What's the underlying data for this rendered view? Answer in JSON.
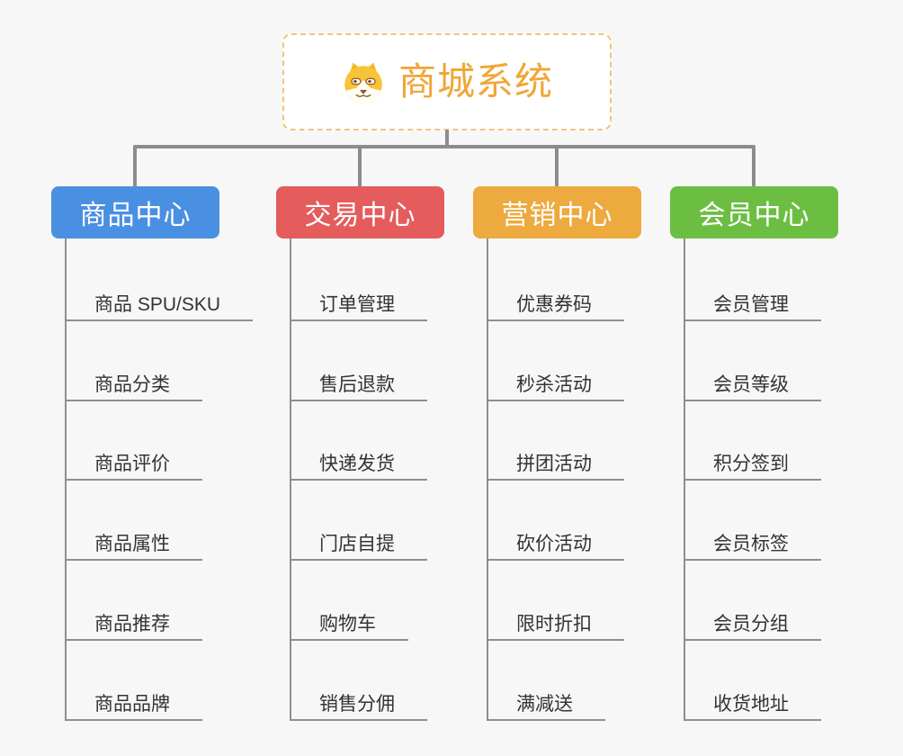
{
  "root": {
    "title": "商城系统",
    "icon": "dog-face-icon"
  },
  "branches": [
    {
      "label": "商品中心",
      "color": "#4a90e2",
      "items": [
        "商品 SPU/SKU",
        "商品分类",
        "商品评价",
        "商品属性",
        "商品推荐",
        "商品品牌"
      ]
    },
    {
      "label": "交易中心",
      "color": "#e45c5c",
      "items": [
        "订单管理",
        "售后退款",
        "快递发货",
        "门店自提",
        "购物车",
        "销售分佣"
      ]
    },
    {
      "label": "营销中心",
      "color": "#edaa3e",
      "items": [
        "优惠券码",
        "秒杀活动",
        "拼团活动",
        "砍价活动",
        "限时折扣",
        "满减送"
      ]
    },
    {
      "label": "会员中心",
      "color": "#6cbe43",
      "items": [
        "会员管理",
        "会员等级",
        "积分签到",
        "会员标签",
        "会员分组",
        "收货地址"
      ]
    }
  ],
  "colors": {
    "canvas_bg": "#f7f7f7",
    "root_text": "#f0a636",
    "root_border": "#f2c57c",
    "connector": "#8c8c8c",
    "item_underline": "#8f8f8f",
    "item_text": "#333333"
  }
}
